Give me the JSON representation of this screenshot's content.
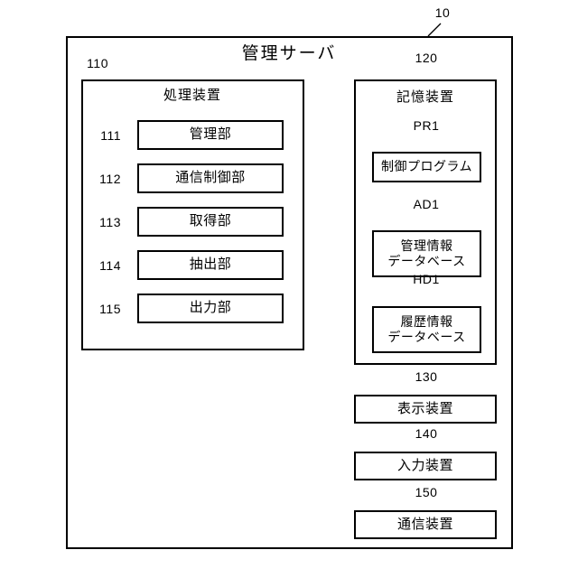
{
  "figure": {
    "main_title": "管理サーバ",
    "main_ref": "10",
    "groups": [
      {
        "id": "processing-device",
        "ref": "110",
        "title": "処理装置",
        "units": [
          {
            "ref": "111",
            "label": "管理部"
          },
          {
            "ref": "112",
            "label": "通信制御部"
          },
          {
            "ref": "113",
            "label": "取得部"
          },
          {
            "ref": "114",
            "label": "抽出部"
          },
          {
            "ref": "115",
            "label": "出力部"
          }
        ]
      },
      {
        "id": "storage-device",
        "ref": "120",
        "title": "記憶装置",
        "units": [
          {
            "ref": "PR1",
            "label": "制御プログラム"
          },
          {
            "ref": "AD1",
            "label": "管理情報\nデータベース"
          },
          {
            "ref": "HD1",
            "label": "履歴情報\nデータベース"
          }
        ]
      }
    ],
    "peripherals": [
      {
        "ref": "130",
        "label": "表示装置"
      },
      {
        "ref": "140",
        "label": "入力装置"
      },
      {
        "ref": "150",
        "label": "通信装置"
      }
    ],
    "colors": {
      "line": "#000000",
      "background": "#ffffff"
    }
  }
}
